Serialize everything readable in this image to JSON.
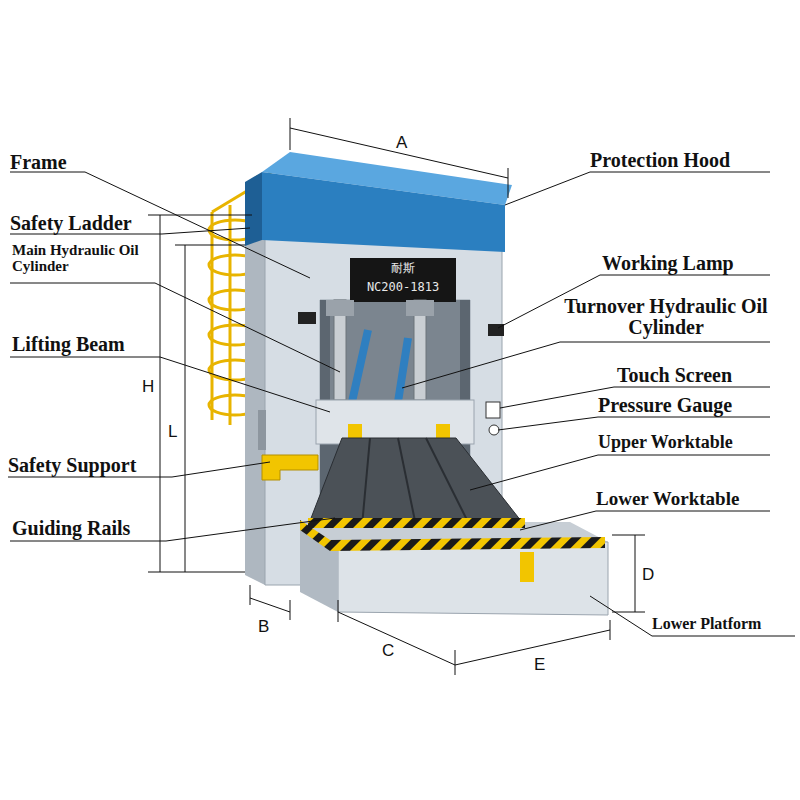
{
  "diagram": {
    "labels": [
      "Frame",
      "Protection Hood",
      "Safety Ladder",
      "Main Hydraulic Oil Cylinder",
      "Working Lamp",
      "Turnover Hydraulic Oil Cylinder",
      "Lifting Beam",
      "Touch Screen",
      "Pressure Gauge",
      "Upper Worktable",
      "Safety Support",
      "Lower Worktable",
      "Guiding Rails",
      "Lower Platform",
      "A",
      "H",
      "L",
      "B",
      "C",
      "D",
      "E",
      "耐斯",
      "NC200-1813"
    ]
  }
}
